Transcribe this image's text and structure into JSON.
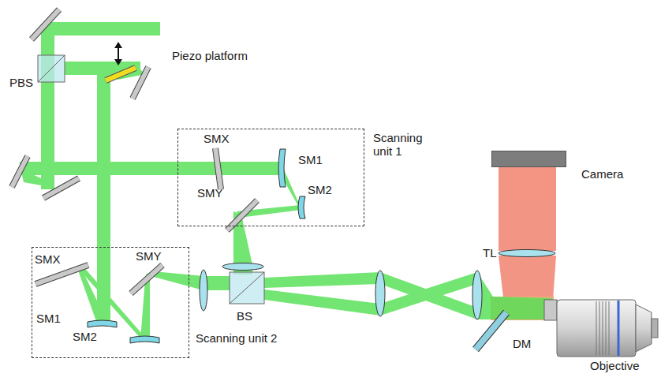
{
  "diagram": {
    "nodes": [
      {
        "text": [
          "Scanning unit 1"
        ]
      },
      {
        "text": [
          "Scanning unit 2"
        ]
      },
      {
        "text": [
          "Camera"
        ]
      }
    ],
    "labels": [
      "Piezo platform",
      "PBS",
      "SMX",
      "SM1",
      "SM2",
      "SMY",
      "SMX",
      "SMY",
      "SM1",
      "SM2",
      "BS",
      "TL",
      "DM",
      "Objective"
    ]
  }
}
